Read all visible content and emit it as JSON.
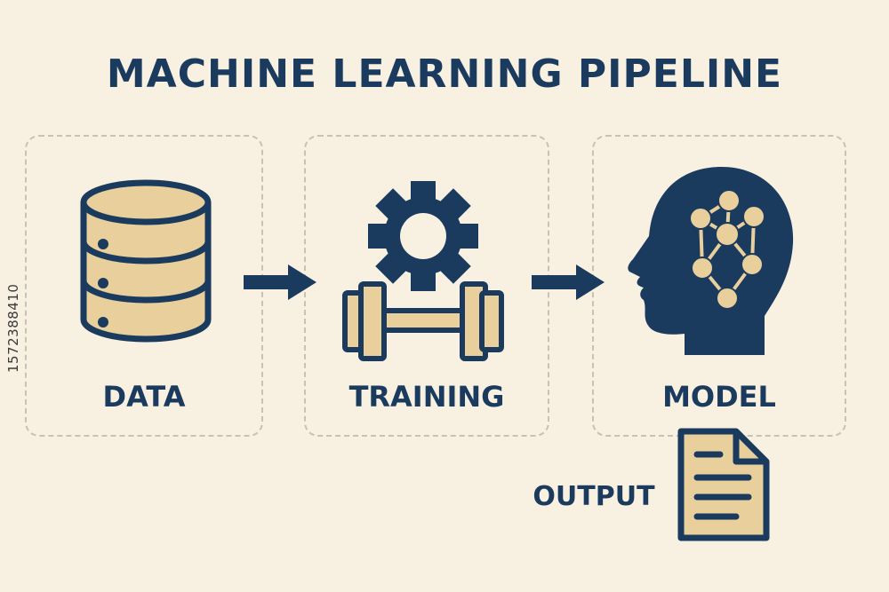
{
  "diagram": {
    "title": "MACHINE LEARNING PIPELINE",
    "stages": [
      {
        "id": "data",
        "label": "DATA",
        "icon": "database-icon"
      },
      {
        "id": "training",
        "label": "TRAINING",
        "icon": "gear-dumbbell-icon"
      },
      {
        "id": "model",
        "label": "MODEL",
        "icon": "brain-network-head-icon"
      }
    ],
    "output": {
      "label": "OUTPUT",
      "icon": "document-icon"
    },
    "flow": [
      "DATA",
      "TRAINING",
      "MODEL",
      "OUTPUT"
    ],
    "watermark": "1572388410",
    "colors": {
      "background": "#f8f0e0",
      "navy": "#1a3a5e",
      "tan": "#e8cf9c",
      "dashed_border": "#c8c2b6"
    }
  }
}
